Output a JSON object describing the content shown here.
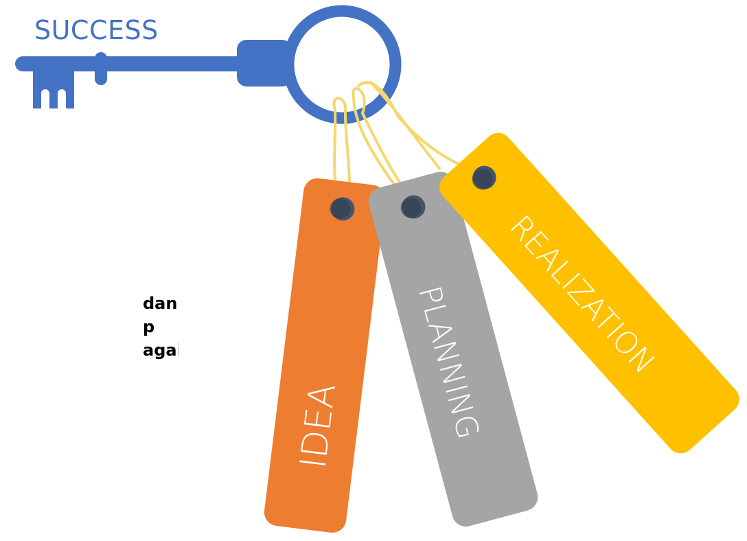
{
  "key": {
    "label": "SUCCESS",
    "color": "#4472c4"
  },
  "side_text": {
    "lines": [
      "dan",
      "p",
      "agai"
    ],
    "color": "#000000"
  },
  "tags": [
    {
      "label": "IDEA",
      "color": "#ed7d31"
    },
    {
      "label": "PLANNING",
      "color": "#a5a5a5"
    },
    {
      "label": "REALIZATION",
      "color": "#ffc000"
    }
  ],
  "string_color": "#f5d76e",
  "hole_color": "#44546a"
}
